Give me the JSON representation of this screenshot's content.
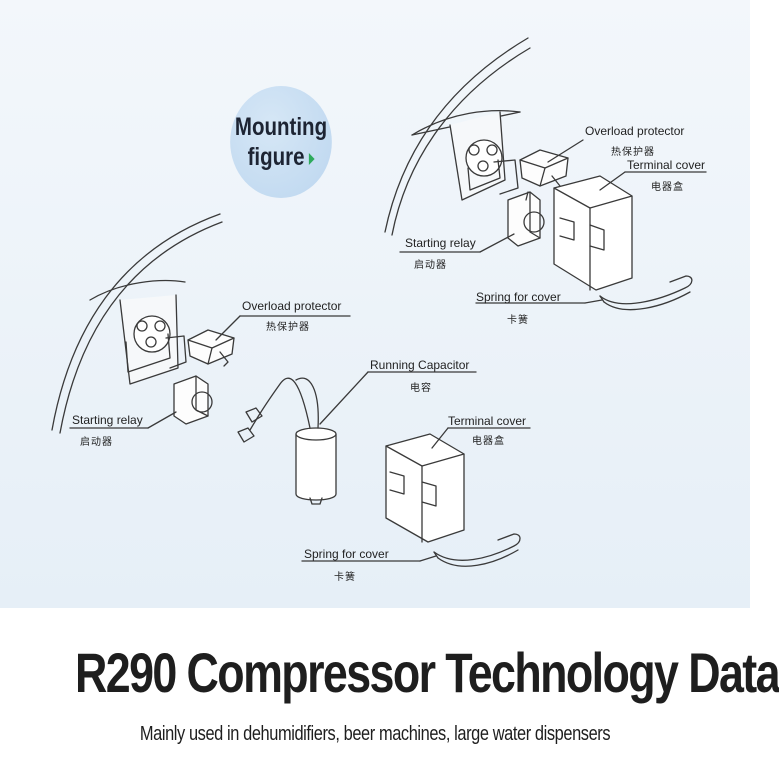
{
  "badge": {
    "line1": "Mounting",
    "line2": "figure"
  },
  "right_assembly": {
    "overload_protector": {
      "en": "Overload protector",
      "cn": "热保护器"
    },
    "terminal_cover": {
      "en": "Terminal cover",
      "cn": "电器盒"
    },
    "starting_relay": {
      "en": "Starting relay",
      "cn": "启动器"
    },
    "spring_for_cover": {
      "en": "Spring for cover",
      "cn": "卡簧"
    }
  },
  "left_assembly": {
    "overload_protector": {
      "en": "Overload protector",
      "cn": "热保护器"
    },
    "running_capacitor": {
      "en": "Running Capacitor",
      "cn": "电容"
    },
    "starting_relay": {
      "en": "Starting relay",
      "cn": "启动器"
    },
    "terminal_cover": {
      "en": "Terminal cover",
      "cn": "电器盒"
    },
    "spring_for_cover": {
      "en": "Spring for cover",
      "cn": "卡簧"
    }
  },
  "title": "R290 Compressor Technology Data",
  "subtitle": "Mainly used in dehumidifiers, beer machines, large water dispensers",
  "colors": {
    "background": "#e9f1f8",
    "badge": "#c3daf0",
    "arrow": "#2eaa5c",
    "text": "#1e1e1e"
  }
}
